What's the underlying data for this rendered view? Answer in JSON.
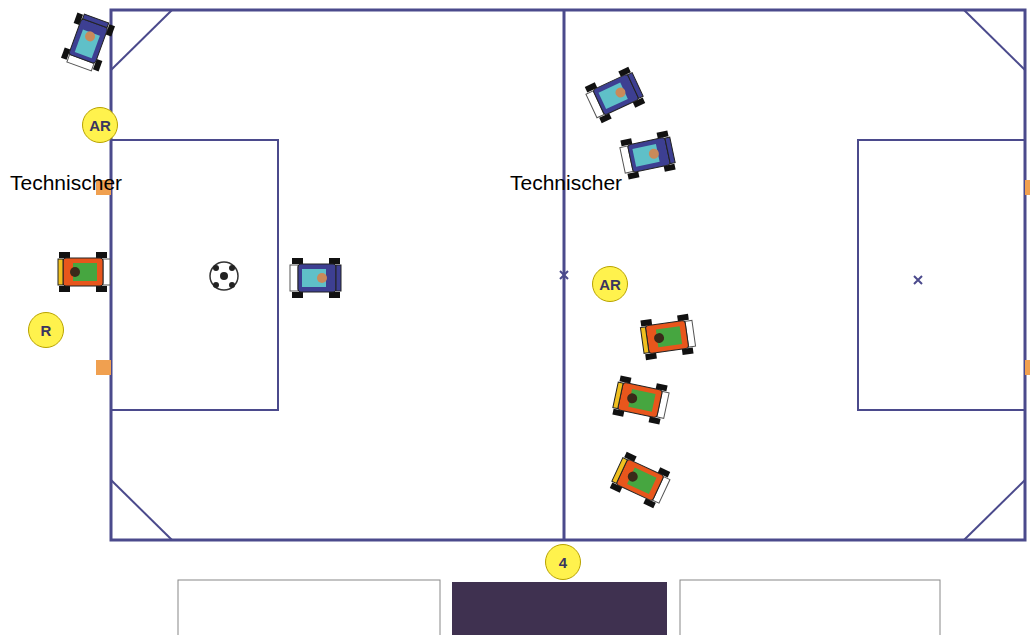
{
  "diagram": {
    "nodes": [
      {
        "text": [
          "AR"
        ]
      },
      {
        "text": [
          "AR"
        ]
      },
      {
        "text": [
          "R"
        ]
      },
      {
        "text": [
          "4"
        ]
      }
    ],
    "labels": [
      "Technischer",
      "Technischer"
    ]
  }
}
